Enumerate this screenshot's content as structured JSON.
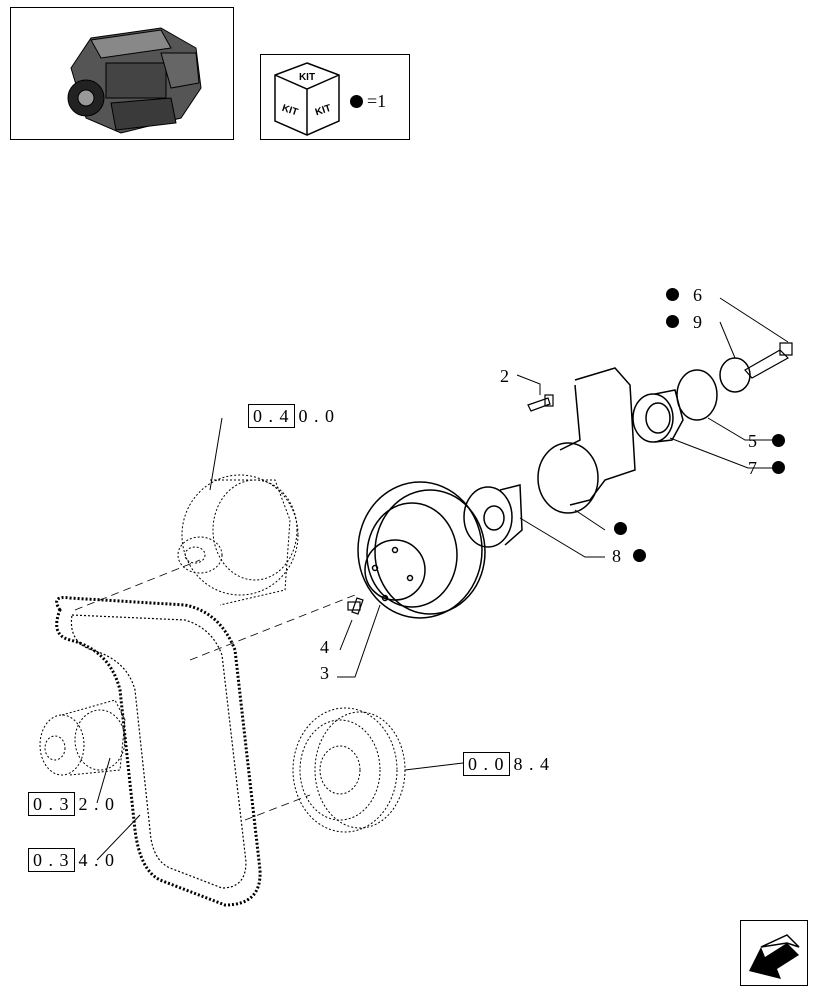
{
  "kit_legend": {
    "kit_top": "KIT",
    "kit_left": "KIT",
    "kit_right": "KIT",
    "equation": "=1"
  },
  "callouts": {
    "p6": "6",
    "p9": "9",
    "p2": "2",
    "p5": "5",
    "p7": "7",
    "p8": "8",
    "p4": "4",
    "p3": "3"
  },
  "references": {
    "alternator": {
      "boxed": "0 . 4",
      "rest": "0 . 0"
    },
    "crank_pulley": {
      "boxed": "0 . 0",
      "rest": "8 . 4"
    },
    "tensioner_a": {
      "boxed": "0 . 3",
      "rest": "2 . 0"
    },
    "tensioner_b": {
      "boxed": "0 . 3",
      "rest": "4 . 0"
    }
  },
  "icons": {
    "engine": "engine-thumbnail-icon",
    "kit": "kit-box-icon",
    "nav": "previous-page-arrow-icon"
  }
}
